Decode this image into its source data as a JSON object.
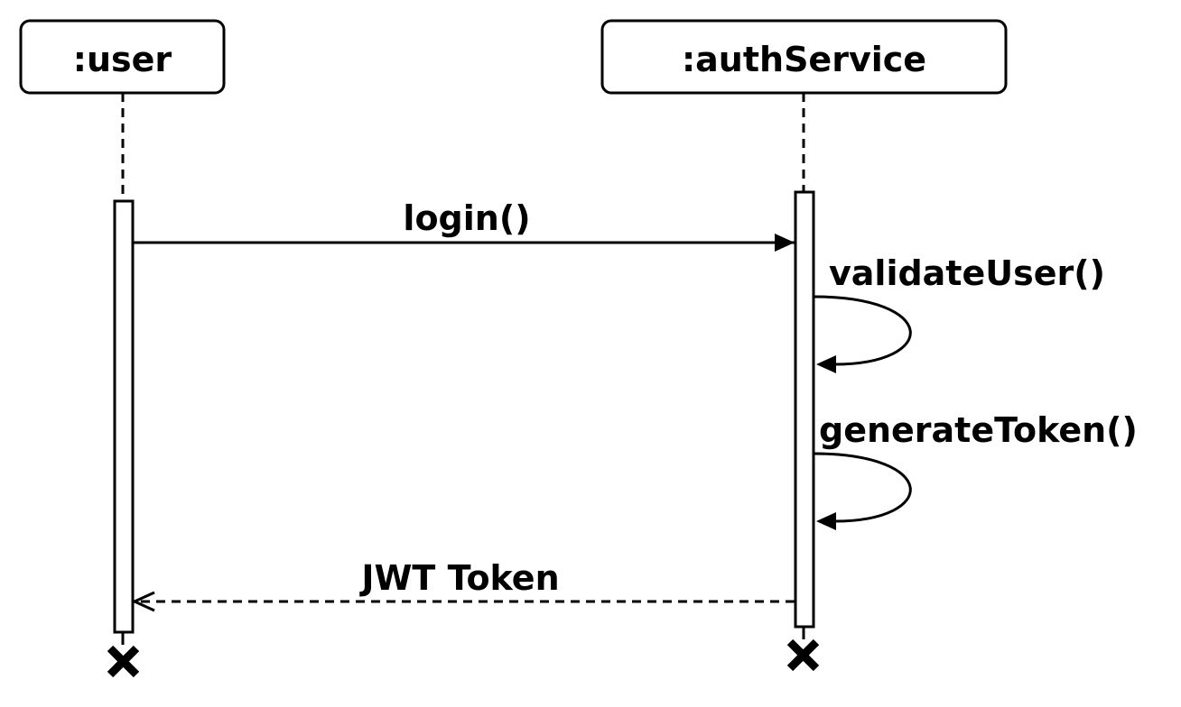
{
  "lifelines": [
    {
      "id": "user",
      "label": ":user"
    },
    {
      "id": "authService",
      "label": ":authService"
    }
  ],
  "messages": [
    {
      "label": "login()",
      "from": "user",
      "to": "authService",
      "kind": "synchronous call"
    },
    {
      "label": "validateUser()",
      "from": "authService",
      "to": "authService",
      "kind": "self call"
    },
    {
      "label": "generateToken()",
      "from": "authService",
      "to": "authService",
      "kind": "self call"
    },
    {
      "label": "JWT Token",
      "from": "authService",
      "to": "user",
      "kind": "return"
    }
  ],
  "colors": {
    "stroke": "#000000",
    "fill": "#ffffff",
    "text": "#000000"
  }
}
